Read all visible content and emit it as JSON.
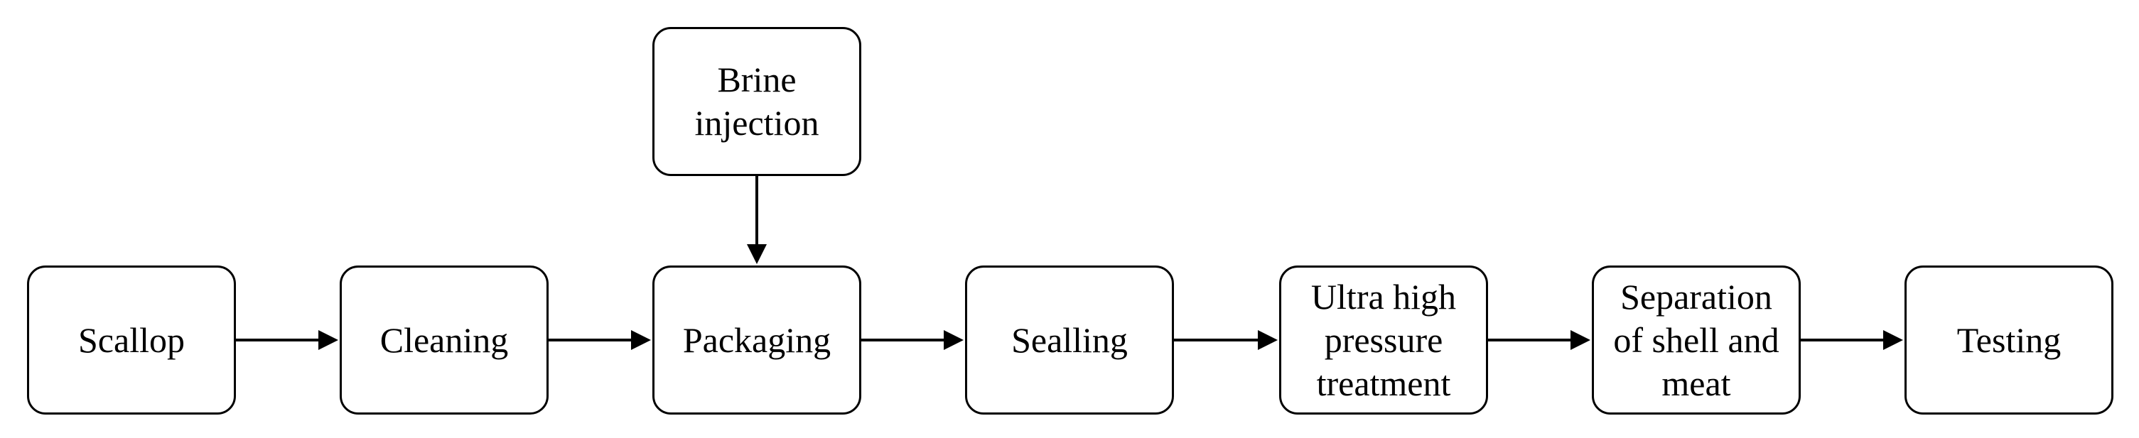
{
  "nodes": {
    "brine": "Brine\ninjection",
    "scallop": "Scallop",
    "cleaning": "Cleaning",
    "packaging": "Packaging",
    "sealling": "Sealling",
    "uhp": "Ultra high\npressure\ntreatment",
    "separation": "Separation\nof shell and\nmeat",
    "testing": "Testing"
  },
  "edges": [
    {
      "from": "scallop",
      "to": "cleaning"
    },
    {
      "from": "cleaning",
      "to": "packaging"
    },
    {
      "from": "packaging",
      "to": "sealling"
    },
    {
      "from": "sealling",
      "to": "uhp"
    },
    {
      "from": "uhp",
      "to": "separation"
    },
    {
      "from": "separation",
      "to": "testing"
    },
    {
      "from": "brine",
      "to": "packaging"
    }
  ]
}
